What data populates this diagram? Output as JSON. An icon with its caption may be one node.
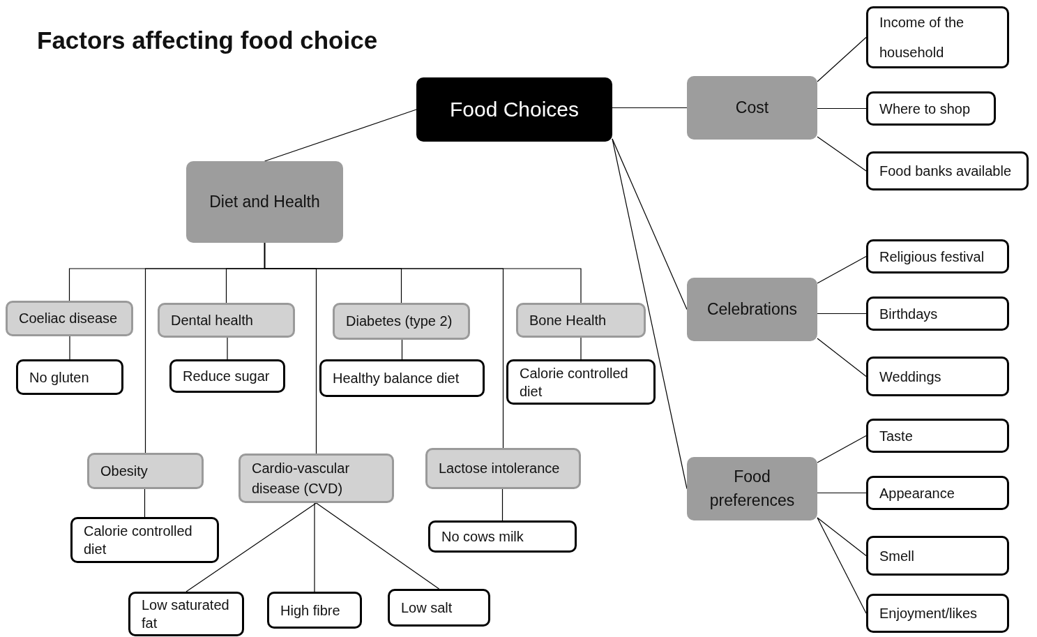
{
  "diagram": {
    "title": "Factors affecting food choice",
    "nodes": [
      {
        "text": [
          "Food Choices"
        ]
      },
      {
        "text": [
          "Diet and Health"
        ]
      },
      {
        "text": [
          "Cost"
        ]
      },
      {
        "text": [
          "Celebrations"
        ]
      },
      {
        "text": [
          "Food preferences"
        ]
      },
      {
        "text": [
          "Income of the household"
        ]
      },
      {
        "text": [
          "Where to shop"
        ]
      },
      {
        "text": [
          "Food banks available"
        ]
      },
      {
        "text": [
          "Religious festival"
        ]
      },
      {
        "text": [
          "Birthdays"
        ]
      },
      {
        "text": [
          "Weddings"
        ]
      },
      {
        "text": [
          "Taste"
        ]
      },
      {
        "text": [
          "Appearance"
        ]
      },
      {
        "text": [
          "Smell"
        ]
      },
      {
        "text": [
          "Enjoyment/likes"
        ]
      },
      {
        "text": [
          "Coeliac disease"
        ]
      },
      {
        "text": [
          "No gluten"
        ]
      },
      {
        "text": [
          "Dental health"
        ]
      },
      {
        "text": [
          "Reduce sugar"
        ]
      },
      {
        "text": [
          "Diabetes (type 2)"
        ]
      },
      {
        "text": [
          "Healthy balance diet"
        ]
      },
      {
        "text": [
          "Bone Health"
        ]
      },
      {
        "text": [
          "Calorie controlled diet"
        ]
      },
      {
        "text": [
          "Obesity"
        ]
      },
      {
        "text": [
          "Calorie controlled diet"
        ]
      },
      {
        "text": [
          "Cardio-vascular disease (CVD)"
        ]
      },
      {
        "text": [
          "Lactose intolerance"
        ]
      },
      {
        "text": [
          "No cows milk"
        ]
      },
      {
        "text": [
          "Low saturated fat"
        ]
      },
      {
        "text": [
          "High fibre"
        ]
      },
      {
        "text": [
          "Low salt"
        ]
      }
    ],
    "edges": [
      {
        "from": 0,
        "to": 1,
        "arrow": "none"
      },
      {
        "from": 0,
        "to": 2,
        "arrow": "none"
      },
      {
        "from": 0,
        "to": 3,
        "arrow": "none"
      },
      {
        "from": 0,
        "to": 4,
        "arrow": "none"
      },
      {
        "from": 2,
        "to": 5,
        "arrow": "none"
      },
      {
        "from": 2,
        "to": 6,
        "arrow": "none"
      },
      {
        "from": 2,
        "to": 7,
        "arrow": "none"
      },
      {
        "from": 3,
        "to": 8,
        "arrow": "none"
      },
      {
        "from": 3,
        "to": 9,
        "arrow": "none"
      },
      {
        "from": 3,
        "to": 10,
        "arrow": "none"
      },
      {
        "from": 4,
        "to": 11,
        "arrow": "none"
      },
      {
        "from": 4,
        "to": 12,
        "arrow": "none"
      },
      {
        "from": 4,
        "to": 13,
        "arrow": "none"
      },
      {
        "from": 4,
        "to": 14,
        "arrow": "none"
      },
      {
        "from": 1,
        "to": 15,
        "arrow": "none"
      },
      {
        "from": 1,
        "to": 23,
        "arrow": "none"
      },
      {
        "from": 1,
        "to": 17,
        "arrow": "none"
      },
      {
        "from": 1,
        "to": 25,
        "arrow": "none"
      },
      {
        "from": 1,
        "to": 19,
        "arrow": "none"
      },
      {
        "from": 1,
        "to": 26,
        "arrow": "none"
      },
      {
        "from": 1,
        "to": 21,
        "arrow": "none"
      },
      {
        "from": 15,
        "to": 16,
        "arrow": "none"
      },
      {
        "from": 17,
        "to": 18,
        "arrow": "none"
      },
      {
        "from": 19,
        "to": 20,
        "arrow": "none"
      },
      {
        "from": 21,
        "to": 22,
        "arrow": "none"
      },
      {
        "from": 23,
        "to": 24,
        "arrow": "none"
      },
      {
        "from": 26,
        "to": 27,
        "arrow": "none"
      },
      {
        "from": 25,
        "to": 28,
        "arrow": "none"
      },
      {
        "from": 25,
        "to": 29,
        "arrow": "none"
      },
      {
        "from": 25,
        "to": 30,
        "arrow": "none"
      }
    ]
  }
}
